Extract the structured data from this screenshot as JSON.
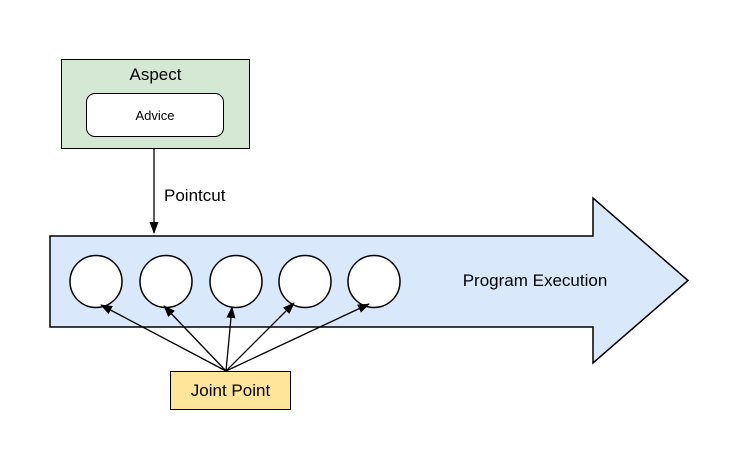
{
  "aspect": {
    "label": "Aspect",
    "advice_label": "Advice"
  },
  "pointcut": {
    "label": "Pointcut"
  },
  "execution": {
    "label": "Program Execution"
  },
  "joint_point": {
    "label": "Joint Point"
  },
  "join_points": {
    "count": 5,
    "shape": "circle"
  },
  "colors": {
    "background": "#ffffff",
    "aspect_fill": "#d5e8d4",
    "advice_fill": "#ffffff",
    "execution_fill": "#dae8fc",
    "joint_point_fill": "#ffe599",
    "stroke": "#000000",
    "text": "#000000"
  }
}
